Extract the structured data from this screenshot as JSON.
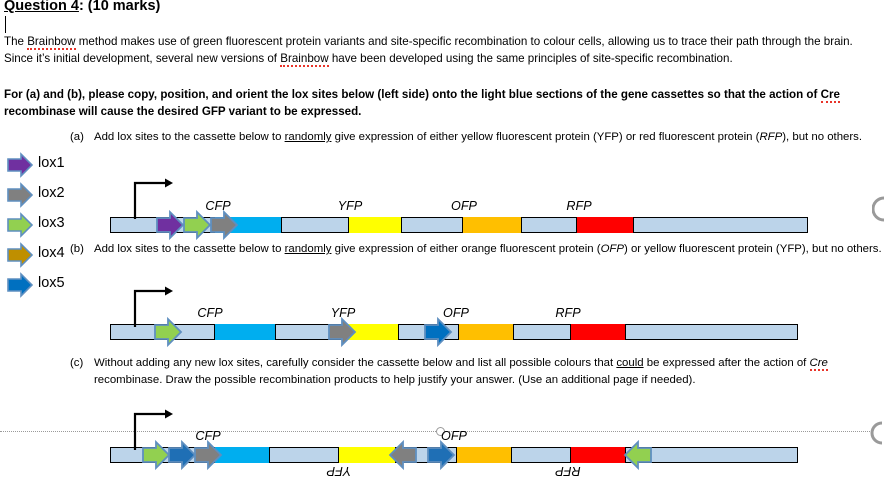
{
  "document": {
    "heading_underlined": "Question 4",
    "heading_rest": ": (10 marks)",
    "intro_line1_a": "The ",
    "intro_brainbow1": "Brainbow",
    "intro_line1_b": " method makes use of green fluorescent protein variants and site-specific recombination to colour cells, allowing us to trace their path through",
    "intro_line2_a": "the brain. Since it’s initial development, several new versions of ",
    "intro_brainbow2": "Brainbow",
    "intro_line2_b": " have been developed using the same principles of site-specific recombination.",
    "bold_line1": "For (a) and (b), please copy, position, and orient the lox sites below (left side) onto the light blue sections of the gene cassettes so that the action of ",
    "bold_cre": "Cre",
    "bold_line2": "recombinase will cause the desired GFP variant to be expressed."
  },
  "legend": {
    "items": [
      {
        "label": "lox1",
        "color": "#7030A0",
        "direction": "right"
      },
      {
        "label": "lox2",
        "color": "#808080",
        "direction": "right"
      },
      {
        "label": "lox3",
        "color": "#92D050",
        "direction": "right"
      },
      {
        "label": "lox4",
        "color": "#BF8F00",
        "direction": "right"
      },
      {
        "label": "lox5",
        "color": "#0070C0",
        "direction": "right"
      }
    ]
  },
  "questions": [
    {
      "id": "a",
      "label": "(a)",
      "text_before_underline": "Add lox sites to the cassette below to ",
      "underlined": "randomly",
      "text_after_underline": " give expression of either yellow fluorescent protein (YFP) or red fluorescent protein (",
      "italic_word": "RFP",
      "text_tail": "), but no others."
    },
    {
      "id": "b",
      "label": "(b)",
      "text_before_underline": "Add lox sites to the cassette below to ",
      "underlined": "randomly",
      "text_after_underline": " give expression of either orange fluorescent protein (",
      "italic_word": "OFP",
      "text_tail": ") or yellow fluorescent protein (YFP), but no others."
    },
    {
      "id": "c",
      "label": "(c)",
      "text_before_underline": "Without adding any new lox sites, carefully consider the cassette below and list all possible colours that ",
      "underlined": "could",
      "text_after_underline": " be expressed after the action of ",
      "italic_word": "Cre",
      "text_tail": " recombinase. Draw the possible recombination products to help justify your answer. (Use an additional page if needed)."
    }
  ],
  "cassettes": [
    {
      "id": "cassette-a",
      "genes": [
        {
          "name": "CFP",
          "color": "#00AEEF",
          "flipped": false
        },
        {
          "name": "YFP",
          "color": "#FFFF00",
          "flipped": false
        },
        {
          "name": "OFP",
          "color": "#FFBF00",
          "flipped": false
        },
        {
          "name": "RFP",
          "color": "#FF0000",
          "flipped": false
        }
      ],
      "lox_sites": [
        {
          "label": "lox1",
          "color": "#7030A0",
          "direction": "right"
        },
        {
          "label": "lox3",
          "color": "#92D050",
          "direction": "right"
        },
        {
          "label": "lox2",
          "color": "#808080",
          "direction": "right"
        }
      ]
    },
    {
      "id": "cassette-b",
      "genes": [
        {
          "name": "CFP",
          "color": "#00AEEF",
          "flipped": false
        },
        {
          "name": "YFP",
          "color": "#FFFF00",
          "flipped": false
        },
        {
          "name": "OFP",
          "color": "#FFBF00",
          "flipped": false
        },
        {
          "name": "RFP",
          "color": "#FF0000",
          "flipped": false
        }
      ],
      "lox_sites": [
        {
          "label": "lox3",
          "color": "#92D050",
          "direction": "right"
        },
        {
          "label": "lox2",
          "color": "#808080",
          "direction": "right"
        },
        {
          "label": "lox5",
          "color": "#0070C0",
          "direction": "right"
        }
      ]
    },
    {
      "id": "cassette-c",
      "genes": [
        {
          "name": "CFP",
          "color": "#00AEEF",
          "flipped": false
        },
        {
          "name": "YFP",
          "color": "#FFFF00",
          "flipped": true
        },
        {
          "name": "OFP",
          "color": "#FFBF00",
          "flipped": false
        },
        {
          "name": "RFP",
          "color": "#FF0000",
          "flipped": true
        }
      ],
      "lox_sites": [
        {
          "label": "lox3",
          "color": "#92D050",
          "direction": "right"
        },
        {
          "label": "lox5",
          "color": "#0070C0",
          "direction": "right"
        },
        {
          "label": "lox2",
          "color": "#808080",
          "direction": "right"
        },
        {
          "label": "lox2",
          "color": "#808080",
          "direction": "left"
        },
        {
          "label": "lox5",
          "color": "#0070C0",
          "direction": "right"
        },
        {
          "label": "lox3",
          "color": "#92D050",
          "direction": "left"
        }
      ]
    }
  ],
  "colors": {
    "backbone": "#bcd4ea",
    "cfp": "#00AEEF",
    "yfp": "#FFFF00",
    "ofp": "#FFBF00",
    "rfp": "#FF0000",
    "lox1": "#7030A0",
    "lox2": "#808080",
    "lox3": "#92D050",
    "lox4": "#BF8F00",
    "lox5": "#0070C0",
    "guide_line": "#9a9a9a",
    "spell_error": "#e8342a"
  }
}
